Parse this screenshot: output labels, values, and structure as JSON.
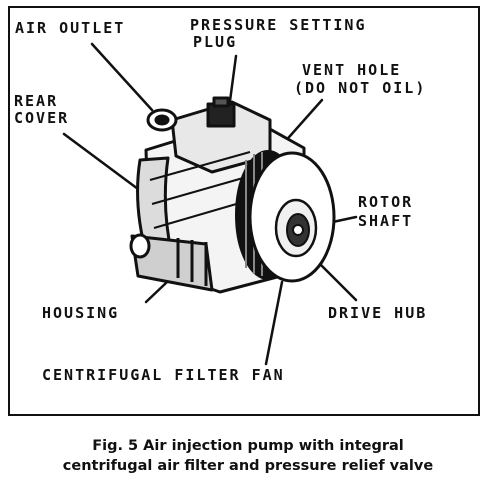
{
  "labels": {
    "air_outlet": "AIR OUTLET",
    "pressure_setting_1": "PRESSURE SETTING",
    "pressure_setting_2": "PLUG",
    "vent_hole_1": "VENT HOLE",
    "vent_hole_2": "(DO NOT OIL)",
    "rear_cover_1": "REAR",
    "rear_cover_2": "COVER",
    "rotor_shaft_1": "ROTOR",
    "rotor_shaft_2": "SHAFT",
    "housing": "HOUSING",
    "drive_hub": "DRIVE HUB",
    "centrifugal_fan": "CENTRIFUGAL FILTER FAN"
  },
  "caption": {
    "line1": "Fig. 5   Air injection pump with integral",
    "line2": "centrifugal air filter and pressure relief valve"
  }
}
